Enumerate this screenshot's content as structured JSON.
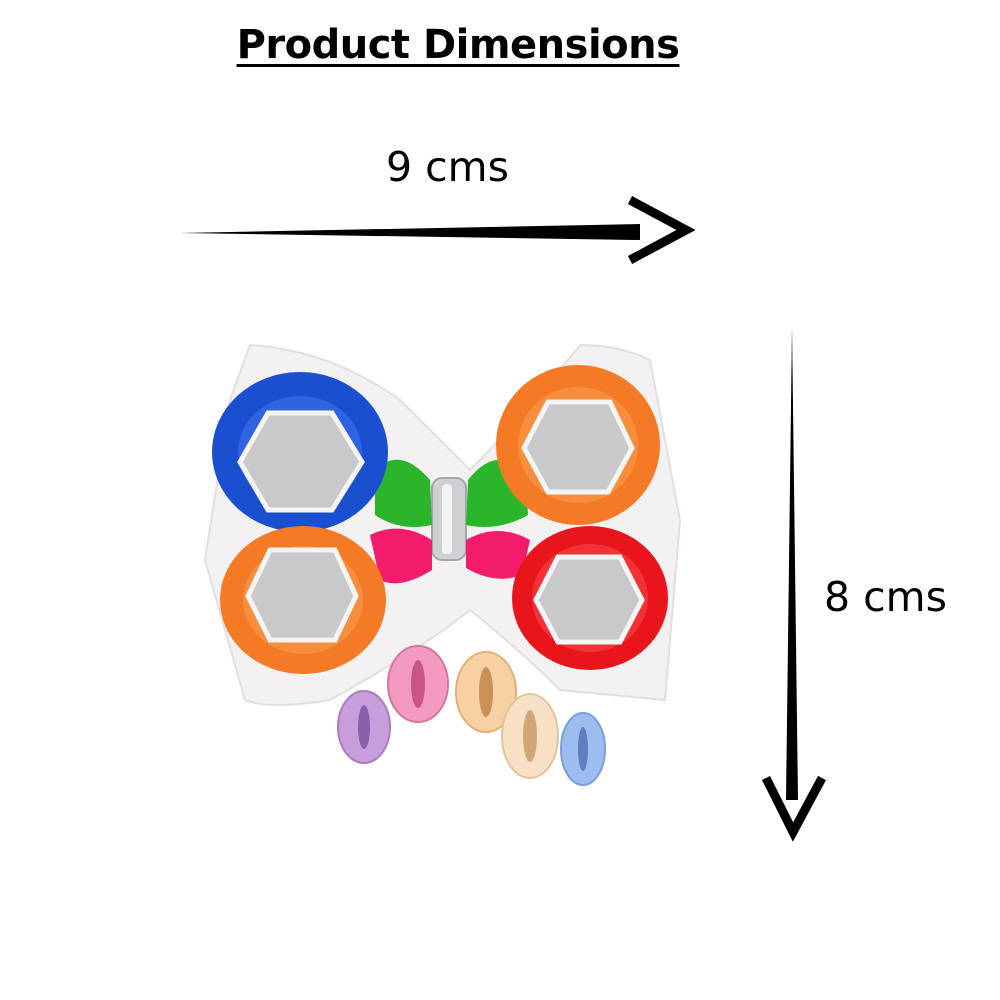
{
  "title": "Product Dimensions",
  "dimensions": {
    "width_label": "9 cms",
    "height_label": "8 cms"
  },
  "colors": {
    "arrow": "#000000",
    "blue_thread": "#1a4fd0",
    "orange_thread": "#f57a26",
    "red_thread": "#e8161c",
    "green_knot": "#2bb52a",
    "pink_knot": "#f21c6a",
    "mirror": "#c9c9cb",
    "fabric": "#f4f1f2"
  },
  "product": {
    "name": "mirror-work-hair-bow-with-cowrie-shells",
    "shell_colors": [
      "#c79ddc",
      "#f49ac0",
      "#f7d1a2",
      "#f7e0c4",
      "#9dbdf0"
    ]
  }
}
